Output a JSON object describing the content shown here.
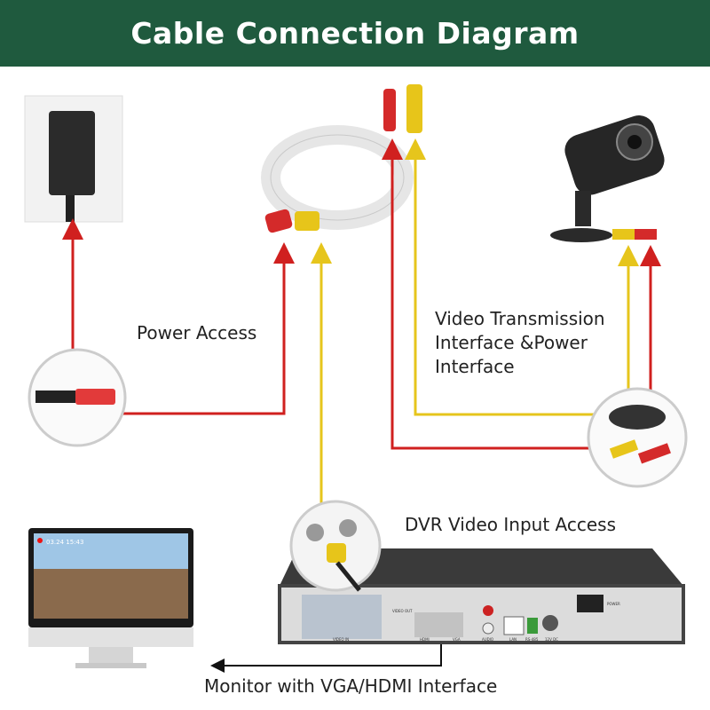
{
  "title": "Cable Connection Diagram",
  "labels": {
    "power_access": "Power Access",
    "video_power_line1": "Video Transmission",
    "video_power_line2": "Interface &Power",
    "video_power_line3": "Interface",
    "dvr_input": "DVR Video Input Access",
    "monitor": "Monitor with VGA/HDMI Interface"
  },
  "monitor_screen": {
    "timestamp": "03.24 15:43"
  },
  "dvr_port_labels": [
    "VIDEO IN",
    "VIDEO OUT",
    "HDMI",
    "VGA",
    "AUDIO",
    "LAN",
    "RS-485",
    "12V DC",
    "POWER"
  ],
  "colors": {
    "header": "#1f5a3e",
    "power_line": "#d0201f",
    "video_line": "#e6c51c",
    "monitor_line": "#111111"
  }
}
